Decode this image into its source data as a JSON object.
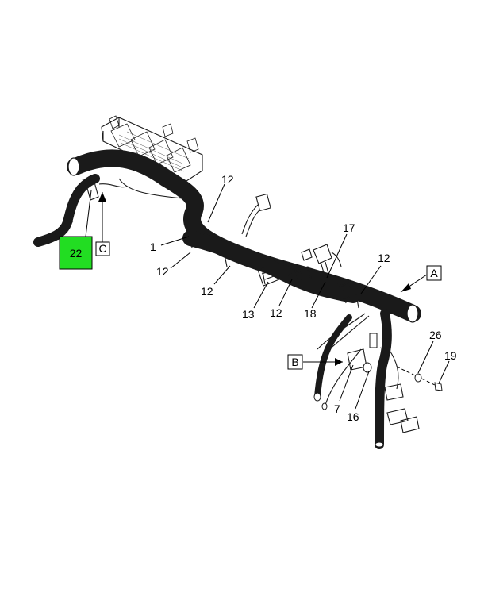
{
  "diagram": {
    "highlight_color": "#22dd22",
    "highlighted_callout": "22",
    "callouts": {
      "c12_a": "12",
      "c1": "1",
      "c12_b": "12",
      "c12_c": "12",
      "c13": "13",
      "c12_d": "12",
      "c18": "18",
      "c17": "17",
      "c12_e": "12",
      "c26": "26",
      "c19": "19",
      "c7": "7",
      "c16": "16",
      "c22": "22"
    },
    "view_labels": {
      "A": "A",
      "B": "B",
      "C": "C"
    }
  }
}
